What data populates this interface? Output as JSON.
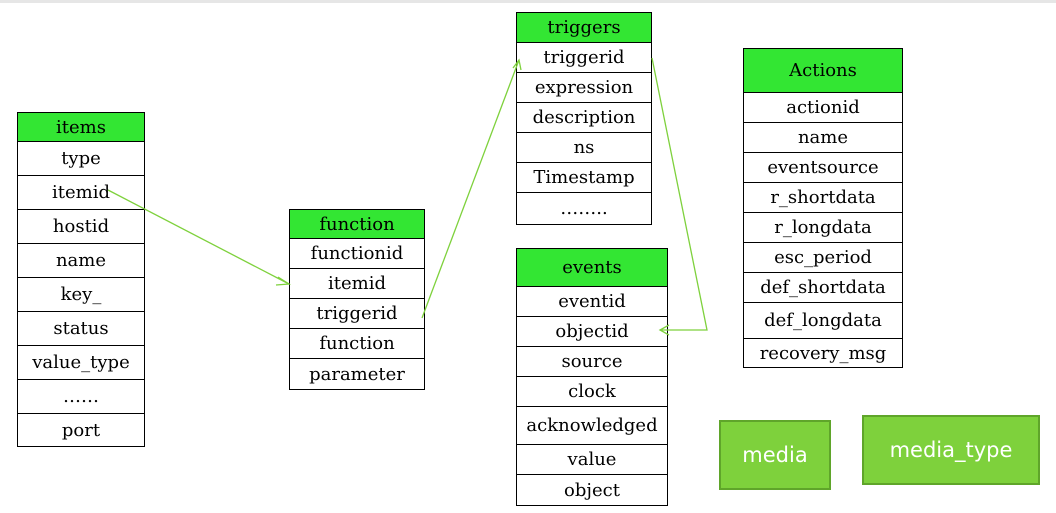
{
  "tables": [
    {
      "id": "items",
      "header": "items",
      "rows": [
        "type",
        "itemid",
        "hostid",
        "name",
        "key_",
        "status",
        "value_type",
        "……",
        "port"
      ]
    },
    {
      "id": "function",
      "header": "function",
      "rows": [
        "functionid",
        "itemid",
        "triggerid",
        "function",
        "parameter"
      ]
    },
    {
      "id": "triggers",
      "header": "triggers",
      "rows": [
        "triggerid",
        "expression",
        "description",
        "ns",
        "Timestamp",
        "…….."
      ]
    },
    {
      "id": "events",
      "header": "events",
      "rows": [
        "eventid",
        "objectid",
        "source",
        "clock",
        "acknowledged",
        "value",
        "object"
      ]
    },
    {
      "id": "actions",
      "header": "Actions",
      "rows": [
        "actionid",
        "name",
        "eventsource",
        "r_shortdata",
        "r_longdata",
        "esc_period",
        "def_shortdata",
        "def_longdata",
        "recovery_msg"
      ]
    }
  ],
  "boxes": {
    "media": "media",
    "media_type": "media_type"
  },
  "colors": {
    "header": "#33e633",
    "box_fill": "#7ed13c",
    "box_border": "#5fa52a",
    "arrow": "#7ed13c"
  }
}
